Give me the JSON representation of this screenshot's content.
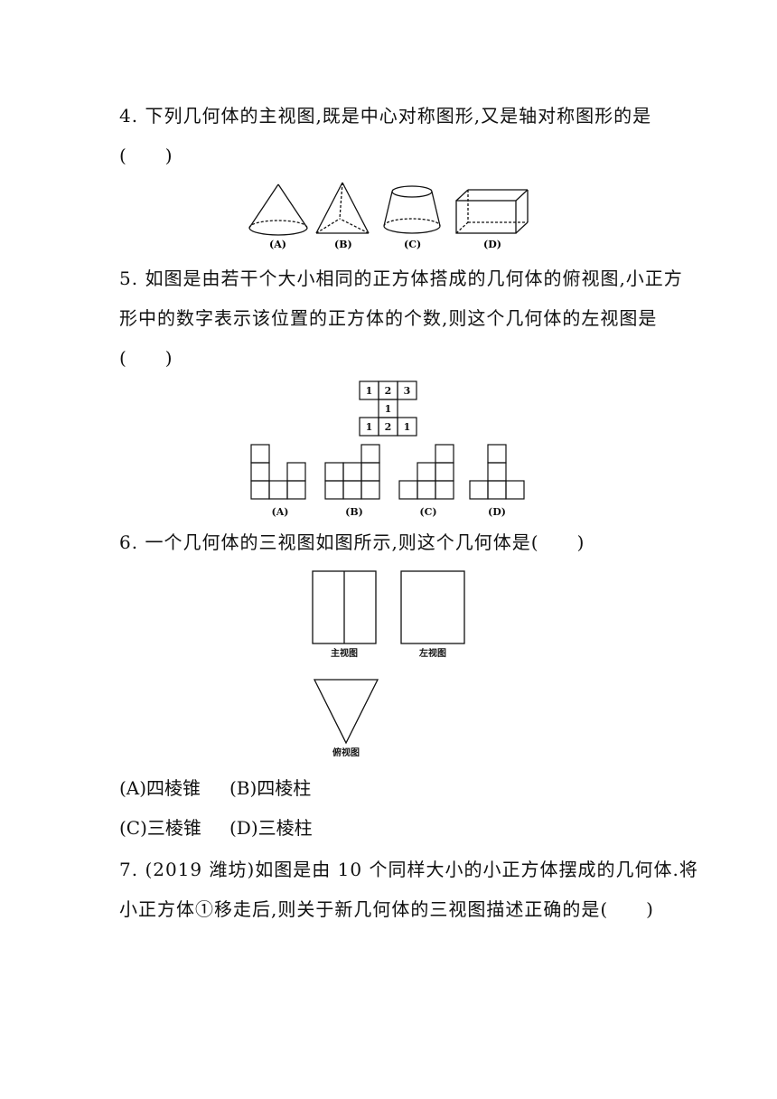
{
  "q4": {
    "line1": "4. 下列几何体的主视图,既是中心对称图形,又是轴对称图形的是",
    "line2": "(　　)",
    "options": [
      "(A)",
      "(B)",
      "(C)",
      "(D)"
    ]
  },
  "q5": {
    "line1": "5. 如图是由若干个大小相同的正方体搭成的几何体的俯视图,小正方",
    "line2": "形中的数字表示该位置的正方体的个数,则这个几何体的左视图是",
    "line3": "(　　)",
    "grid": {
      "row1": [
        "1",
        "2",
        "3"
      ],
      "row2": [
        "1"
      ],
      "row3": [
        "1",
        "2",
        "1"
      ]
    },
    "options": [
      "(A)",
      "(B)",
      "(C)",
      "(D)"
    ]
  },
  "q6": {
    "line1": "6. 一个几何体的三视图如图所示,则这个几何体是(　　)",
    "front_label": "主视图",
    "left_label": "左视图",
    "top_label": "俯视图",
    "choice_a": "(A)四棱锥",
    "choice_b": "(B)四棱柱",
    "choice_c": "(C)三棱锥",
    "choice_d": "(D)三棱柱"
  },
  "q7": {
    "line1": "7. (2019 潍坊)如图是由 10 个同样大小的小正方体摆成的几何体.将",
    "line2": "小正方体①移走后,则关于新几何体的三视图描述正确的是(　　)"
  }
}
